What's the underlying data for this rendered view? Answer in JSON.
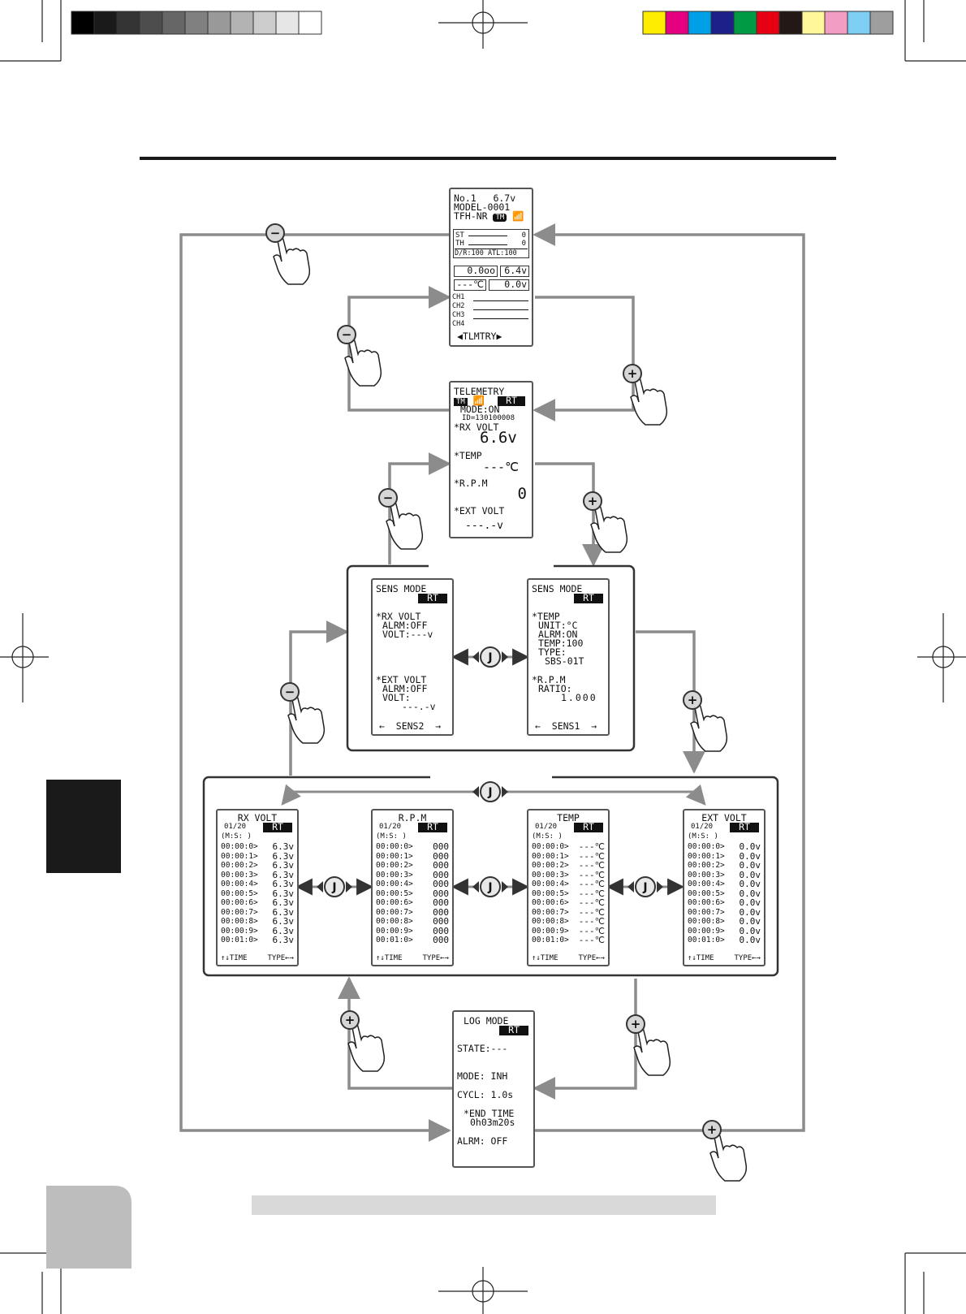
{
  "colors": {
    "line": "#8c8c8c",
    "frame": "#333333",
    "tab": "#1a1a1a",
    "footer_bar": "#d9d9d9",
    "page_corner": "#bdbdbd"
  },
  "registration": {
    "gray_steps": [
      "#000000",
      "#1a1a1a",
      "#333333",
      "#4d4d4d",
      "#666666",
      "#808080",
      "#999999",
      "#b3b3b3",
      "#cccccc",
      "#e6e6e6",
      "#ffffff"
    ],
    "color_steps": [
      "#ffed00",
      "#e4007f",
      "#00a0e9",
      "#1d2088",
      "#009944",
      "#e60012",
      "#231815",
      "#fff799",
      "#f19ec2",
      "#7ecef4",
      "#9e9e9e"
    ]
  },
  "home": {
    "line1": "No.1   6.7v",
    "line2": "MODEL-0001",
    "line3": "TFH-NR",
    "tm": "TM",
    "st": "ST",
    "th": "TH",
    "st_val": "0",
    "th_val": "0",
    "dr": "D/R:100 ATL:100",
    "timer": "0.0oo",
    "volt1": "6.4v",
    "temp": "---℃",
    "volt2": "0.0v",
    "ch": [
      "CH1",
      "CH2",
      "CH3",
      "CH4"
    ],
    "tlmtry": "TLMTRY"
  },
  "telemetry": {
    "title": "TELEMETRY",
    "tm": "TM",
    "rt": "RT",
    "mode": "MODE:ON",
    "id": "ID=130100008",
    "rx_label": "*RX VOLT",
    "rx_val": "6.6v",
    "temp_label": "*TEMP",
    "temp_val": "---℃",
    "rpm_label": "*R.P.M",
    "rpm_val": "0",
    "ext_label": "*EXT VOLT",
    "ext_val": "---.-v"
  },
  "sens2": {
    "title": "SENS MODE",
    "rt": "RT",
    "rx": "*RX VOLT",
    "rx_alrm": "ALRM:OFF",
    "rx_volt": "VOLT:---v",
    "ext": "*EXT VOLT",
    "ext_alrm": "ALRM:OFF",
    "ext_volt": "VOLT:",
    "ext_val": "---.-v",
    "nav": "←  SENS2  →"
  },
  "sens1": {
    "title": "SENS MODE",
    "rt": "RT",
    "temp": "*TEMP",
    "unit": "UNIT:°C",
    "alrm": "ALRM:ON",
    "temp_v": "TEMP:100",
    "type": "TYPE:",
    "type_v": "SBS-01T",
    "rpm": "*R.P.M",
    "ratio": "RATIO:",
    "ratio_v": "1.000",
    "nav": "←  SENS1  →"
  },
  "logs": [
    {
      "title": "RX VOLT",
      "page": "01/20",
      "rt": "RT",
      "hdr": "(M:S: )",
      "values": [
        "6.3v",
        "6.3v",
        "6.3v",
        "6.3v",
        "6.3v",
        "6.3v",
        "6.3v",
        "6.3v",
        "6.3v",
        "6.3v",
        "6.3v"
      ],
      "foot_l": "↑↓TIME",
      "foot_r": "TYPE←→"
    },
    {
      "title": "R.P.M",
      "page": "01/20",
      "rt": "RT",
      "hdr": "(M:S: )",
      "values": [
        "000",
        "000",
        "000",
        "000",
        "000",
        "000",
        "000",
        "000",
        "000",
        "000",
        "000"
      ],
      "foot_l": "↑↓TIME",
      "foot_r": "TYPE←→"
    },
    {
      "title": "TEMP",
      "page": "01/20",
      "rt": "RT",
      "hdr": "(M:S: )",
      "values": [
        "---℃",
        "---℃",
        "---℃",
        "---℃",
        "---℃",
        "---℃",
        "---℃",
        "---℃",
        "---℃",
        "---℃",
        "---℃"
      ],
      "foot_l": "↑↓TIME",
      "foot_r": "TYPE←→"
    },
    {
      "title": "EXT VOLT",
      "page": "01/20",
      "rt": "RT",
      "hdr": "(M:S: )",
      "values": [
        "0.0v",
        "0.0v",
        "0.0v",
        "0.0v",
        "0.0v",
        "0.0v",
        "0.0v",
        "0.0v",
        "0.0v",
        "0.0v",
        "0.0v"
      ],
      "foot_l": "↑↓TIME",
      "foot_r": "TYPE←→"
    }
  ],
  "log_times": [
    "00:00:0>",
    "00:00:1>",
    "00:00:2>",
    "00:00:3>",
    "00:00:4>",
    "00:00:5>",
    "00:00:6>",
    "00:00:7>",
    "00:00:8>",
    "00:00:9>",
    "00:01:0>"
  ],
  "logmode": {
    "title": "LOG MODE",
    "rt": "RT",
    "state": "STATE:---",
    "mode": "MODE: INH",
    "cycl": "CYCL: 1.0s",
    "end": "*END TIME",
    "end_v": "0h03m20s",
    "alrm": "ALRM: OFF"
  },
  "symbols": {
    "minus": "−",
    "plus": "+",
    "jog": "J"
  }
}
